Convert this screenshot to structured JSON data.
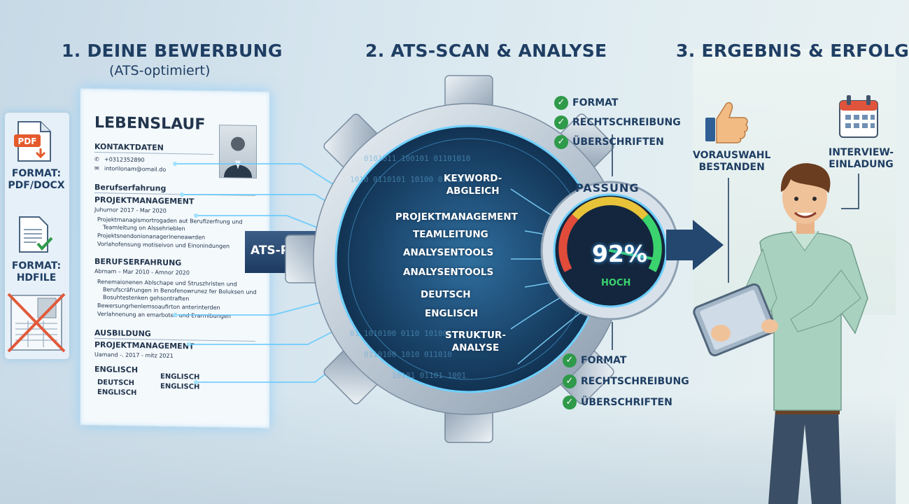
{
  "steps": {
    "s1_title": "1. DEINE BEWERBUNG",
    "s1_sub": "(ATS-optimiert)",
    "s2_title": "2. ATS-SCAN & ANALYSE",
    "s3_title": "3. ERGEBNIS & ERFOLG"
  },
  "formats": {
    "pdf_badge": "PDF",
    "format1": "FORMAT:",
    "format1_value": "PDF/DOCX",
    "format2": "FORMAT:",
    "format2_value": "HDFILE"
  },
  "resume": {
    "title": "LEBENSLAUF",
    "contact_head": "KONTAKTDATEN",
    "phone": "+0312352890",
    "email": "intorilonam@omail.do",
    "exp_head": "Berufserfahrung",
    "job1_title": "PROJEKTMANAGEMENT",
    "job1_date": "Juhurnor 2017 - Mar 2020",
    "job1_b1": "Projektmanagismortrogaden aut Berufizerfrung und",
    "job1_b1b": "Teamleitung on Alssehrieblen",
    "job1_b2": "Projektsnendonionanagerineneawrden",
    "job1_b3": "Vorlahofensung motiseivon und Einonindungen",
    "exp2_head": "BERUFSERFAHRUNG",
    "job2_date": "Abrnam – Mar 2010 - Amnor 2020",
    "job2_b1": "Renemaionenen Ablschape und Struszhristen und",
    "job2_b1b": "Berufscräfrungen in Benofenowrunez fer Boluksen und",
    "job2_b1c": "Bosuhtestenken gehsontraften",
    "job2_b2": "Bewersungrhenlemsoaufirton anterinterden",
    "job2_b3": "Verlahnenung an emarboteil und Erarmibungen",
    "edu_head": "AUSBILDUNG",
    "edu_title": "PROJEKTMANAGEMENT",
    "edu_date": "Uamand -. 2017 - mitz 2021",
    "lang_head": "ENGLISCH",
    "lang1": "DEUTSCH",
    "lang2": "ENGLISCH",
    "lang3": "ENGLISCH",
    "lang4": "ENGLISCH"
  },
  "arrow_label": "ATS-PRÜFUNG",
  "keywords": {
    "k0a": "KEYWORD-",
    "k0b": "ABGLEICH",
    "k1": "PROJEKTMANAGEMENT",
    "k2": "TEAMLEITUNG",
    "k3": "ANALYSENTOOLS",
    "k4": "ANALYSENTOOLS",
    "k5": "DEUTSCH",
    "k6": "ENGLISCH",
    "k7a": "STRUKTUR-",
    "k7b": "ANALYSE"
  },
  "checks_top": [
    "FORMAT",
    "RECHTSCHREIBUNG",
    "ÜBERSCHRIFTEN"
  ],
  "checks_bottom": [
    "FORMAT",
    "RECHTSCHREIBUNG",
    "ÜBERSCHRIFTEN"
  ],
  "gauge": {
    "label": "PASSUNG",
    "percent_text": "92%",
    "value": 0.92,
    "rating": "HOCH"
  },
  "results": {
    "r1a": "VORAUSWAHL",
    "r1b": "BESTANDEN",
    "r2a": "INTERVIEW-",
    "r2b": "EINLADUNG"
  },
  "colors": {
    "navy": "#1f3e63",
    "check_green": "#2f9a4a",
    "gauge_green": "#3ad36e",
    "glow_blue": "#5fc8ff",
    "pdf_red": "#e45a2c"
  }
}
